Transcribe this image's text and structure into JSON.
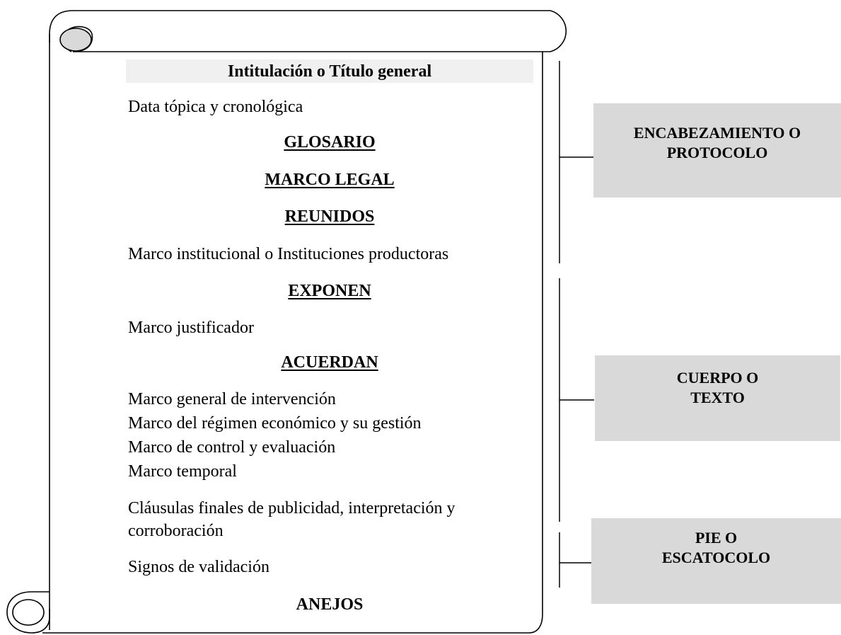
{
  "scroll": {
    "title": "Intitulación o Título general",
    "data_topica": "Data tópica y cronológica",
    "glosario": "GLOSARIO",
    "marco_legal": "MARCO LEGAL",
    "reunidos": "REUNIDOS",
    "marco_institucional": "Marco institucional o Instituciones productoras",
    "exponen": "EXPONEN",
    "marco_justificador": "Marco justificador",
    "acuerdan": "ACUERDAN",
    "marco_general": "Marco general de intervención",
    "marco_regimen": "Marco del régimen económico y su gestión",
    "marco_control": "Marco de control y evaluación",
    "marco_temporal": "Marco temporal",
    "clausulas_line1": "Cláusulas finales de publicidad, interpretación y",
    "clausulas_line2": "corroboración",
    "signos": "Signos de validación",
    "anejos": "ANEJOS"
  },
  "sections": {
    "encabezamiento": {
      "line1": "ENCABEZAMIENTO O",
      "line2": "PROTOCOLO"
    },
    "cuerpo": {
      "line1": "CUERPO O",
      "line2": "TEXTO"
    },
    "pie": {
      "line1": "PIE O",
      "line2": "ESCATOCOLO"
    }
  },
  "colors": {
    "section_box": "#d9d9d9",
    "title_band": "#f0f0f0",
    "stroke": "#000000"
  }
}
